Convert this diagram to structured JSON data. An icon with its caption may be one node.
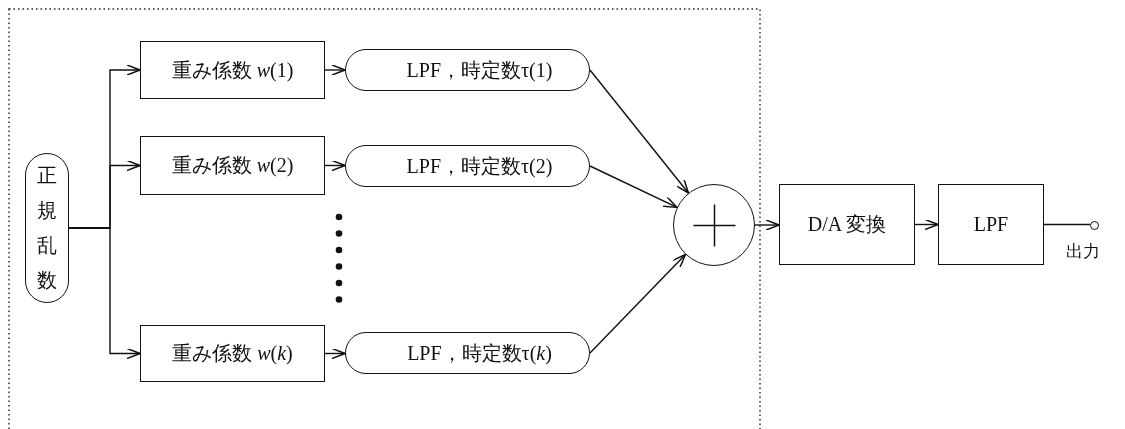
{
  "diagram": {
    "nodes": [
      {
        "text": [
          "正規乱数"
        ]
      },
      {
        "text": [
          "重み係数 *w*(1)"
        ]
      },
      {
        "text": [
          "重み係数 *w*(2)"
        ]
      },
      {
        "text": [
          "重み係数 *w*(*k*)"
        ]
      },
      {
        "text": [
          "LPF，時定数τ(1)"
        ]
      },
      {
        "text": [
          "LPF，時定数τ(2)"
        ]
      },
      {
        "text": [
          "LPF，時定数τ(*k*)"
        ]
      },
      {
        "text": [],
        "shape": "circle"
      },
      {
        "text": [
          "D/A 変換"
        ]
      },
      {
        "text": [
          "LPF"
        ]
      },
      {
        "text": [],
        "shape": "circle",
        "beside": [
          "出力"
        ]
      }
    ],
    "edges": [
      {
        "from": 0,
        "to": 1,
        "arrow": "to"
      },
      {
        "from": 0,
        "to": 2,
        "arrow": "to"
      },
      {
        "from": 0,
        "to": 3,
        "arrow": "to"
      },
      {
        "from": 1,
        "to": 4,
        "arrow": "to"
      },
      {
        "from": 2,
        "to": 5,
        "arrow": "to"
      },
      {
        "from": 3,
        "to": 6,
        "arrow": "to"
      },
      {
        "from": 4,
        "to": 7,
        "arrow": "to"
      },
      {
        "from": 5,
        "to": 7,
        "arrow": "to"
      },
      {
        "from": 6,
        "to": 7,
        "arrow": "to"
      },
      {
        "from": 7,
        "to": 8,
        "arrow": "to"
      },
      {
        "from": 8,
        "to": 9,
        "arrow": "to"
      },
      {
        "from": 9,
        "to": 10,
        "arrow": "none"
      }
    ]
  }
}
